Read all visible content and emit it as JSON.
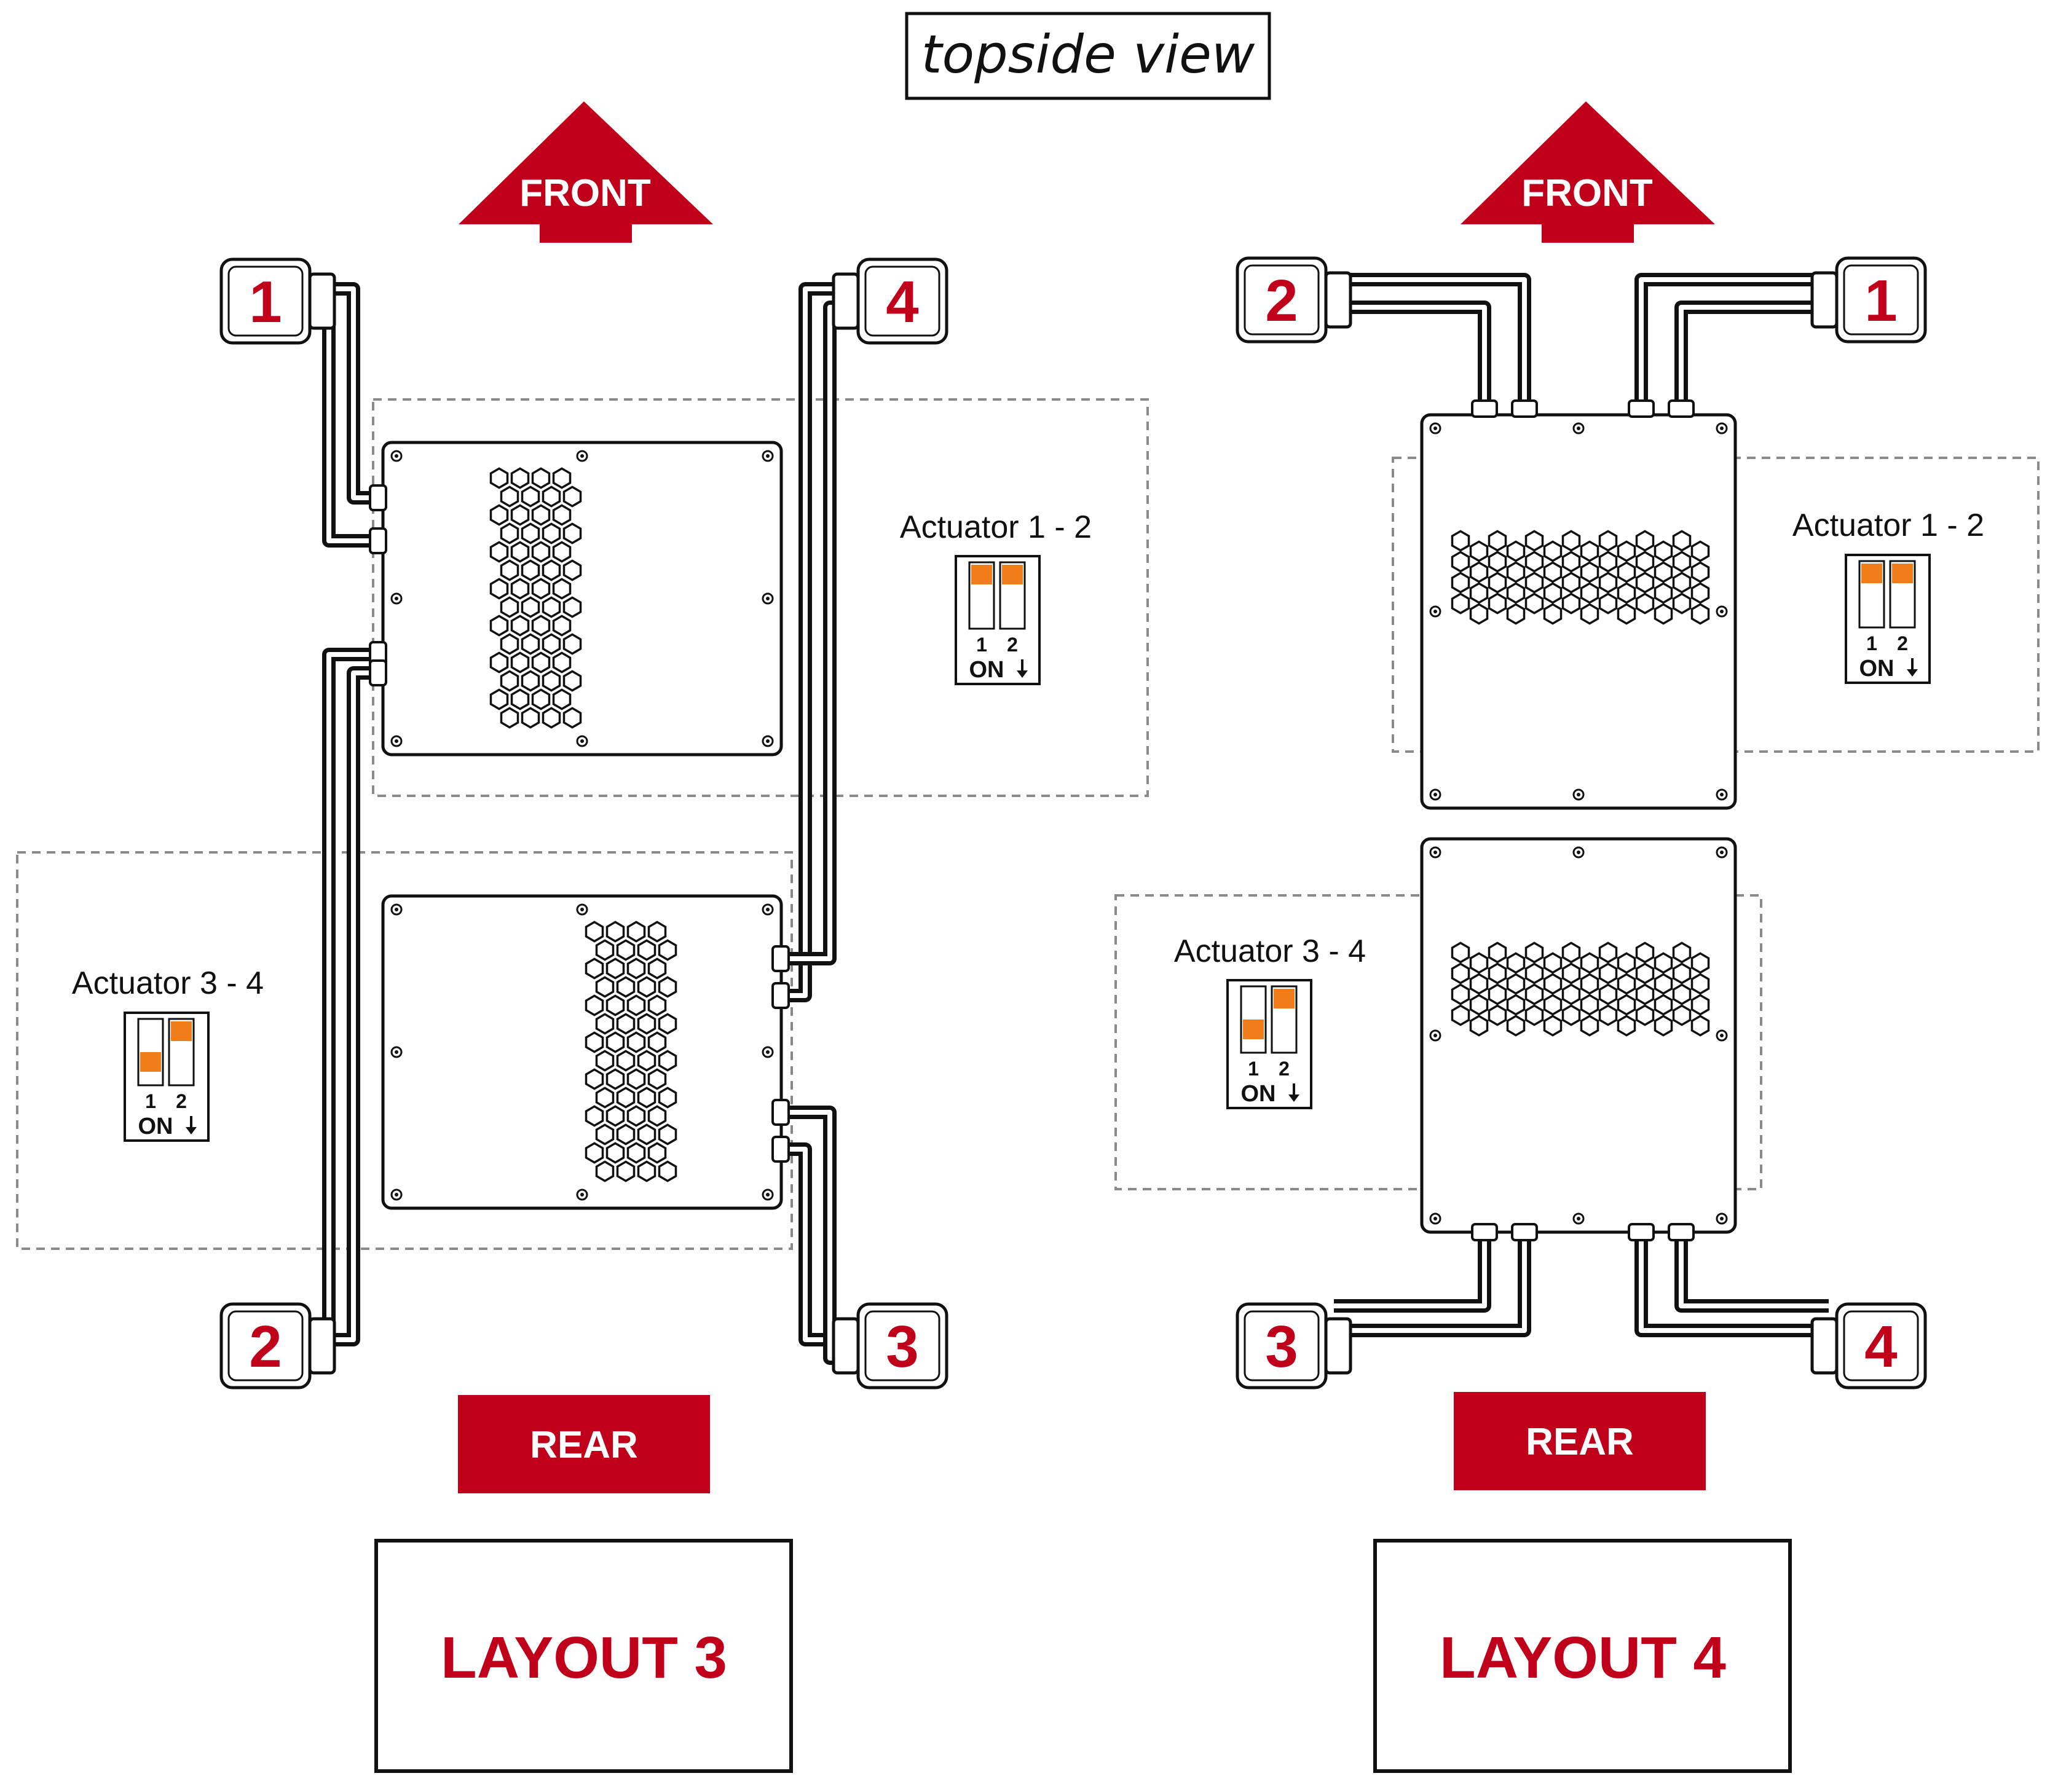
{
  "title": "topside view",
  "colors": {
    "accent": "#c0001a",
    "dip_on": "#f07d1a",
    "outline": "#111111",
    "dash": "#8a8a8a"
  },
  "layouts": [
    {
      "name": "LAYOUT 3",
      "front_label": "FRONT",
      "rear_label": "REAR",
      "actuators": [
        "1",
        "2",
        "3",
        "4"
      ],
      "switch_groups": [
        {
          "label": "Actuator 1 - 2",
          "switches": [
            {
              "num": "1",
              "state": "off"
            },
            {
              "num": "2",
              "state": "off"
            }
          ],
          "on_label": "ON"
        },
        {
          "label": "Actuator 3 - 4",
          "switches": [
            {
              "num": "1",
              "state": "on"
            },
            {
              "num": "2",
              "state": "off"
            }
          ],
          "on_label": "ON"
        }
      ]
    },
    {
      "name": "LAYOUT 4",
      "front_label": "FRONT",
      "rear_label": "REAR",
      "actuators": [
        "2",
        "1",
        "3",
        "4"
      ],
      "switch_groups": [
        {
          "label": "Actuator 1 - 2",
          "switches": [
            {
              "num": "1",
              "state": "off"
            },
            {
              "num": "2",
              "state": "off"
            }
          ],
          "on_label": "ON"
        },
        {
          "label": "Actuator 3 - 4",
          "switches": [
            {
              "num": "1",
              "state": "on"
            },
            {
              "num": "2",
              "state": "off"
            }
          ],
          "on_label": "ON"
        }
      ]
    }
  ]
}
